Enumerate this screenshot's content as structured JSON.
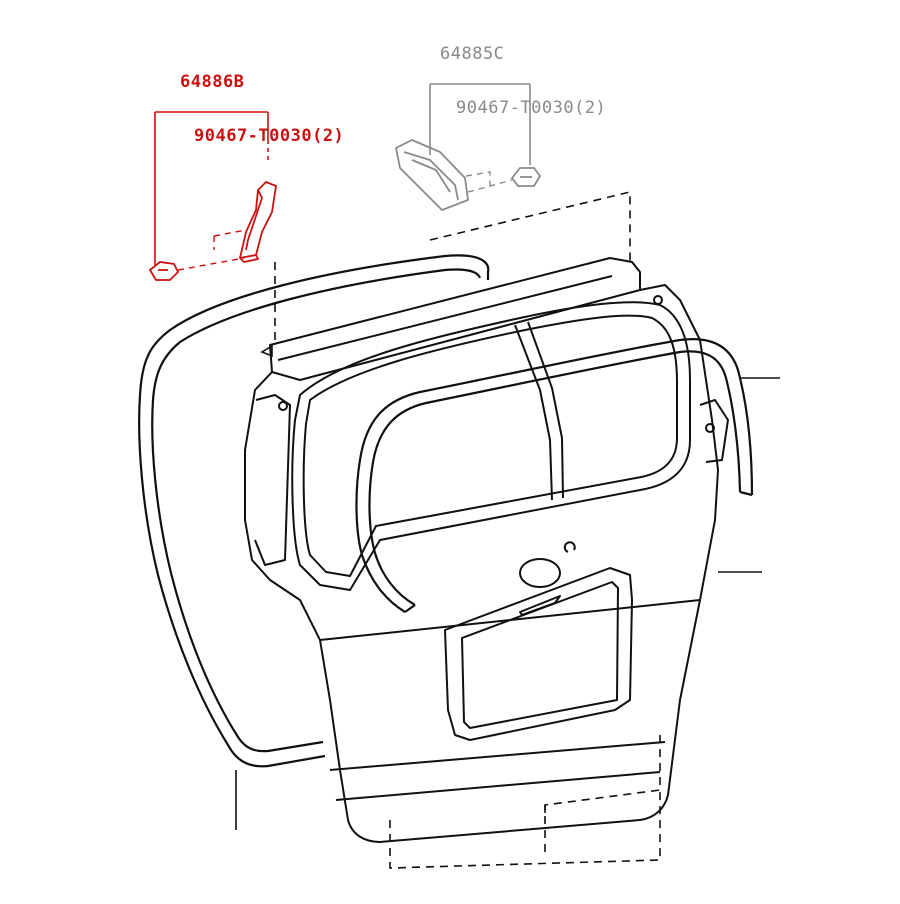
{
  "callouts": {
    "highlighted_part": "64886B",
    "highlighted_clip": "90467-T0030(2)",
    "other_part": "64885C",
    "other_clip": "90467-T0030(2)"
  },
  "colors": {
    "highlight": "#cc1111",
    "inactive": "#8a8a8a",
    "line": "#111111"
  }
}
